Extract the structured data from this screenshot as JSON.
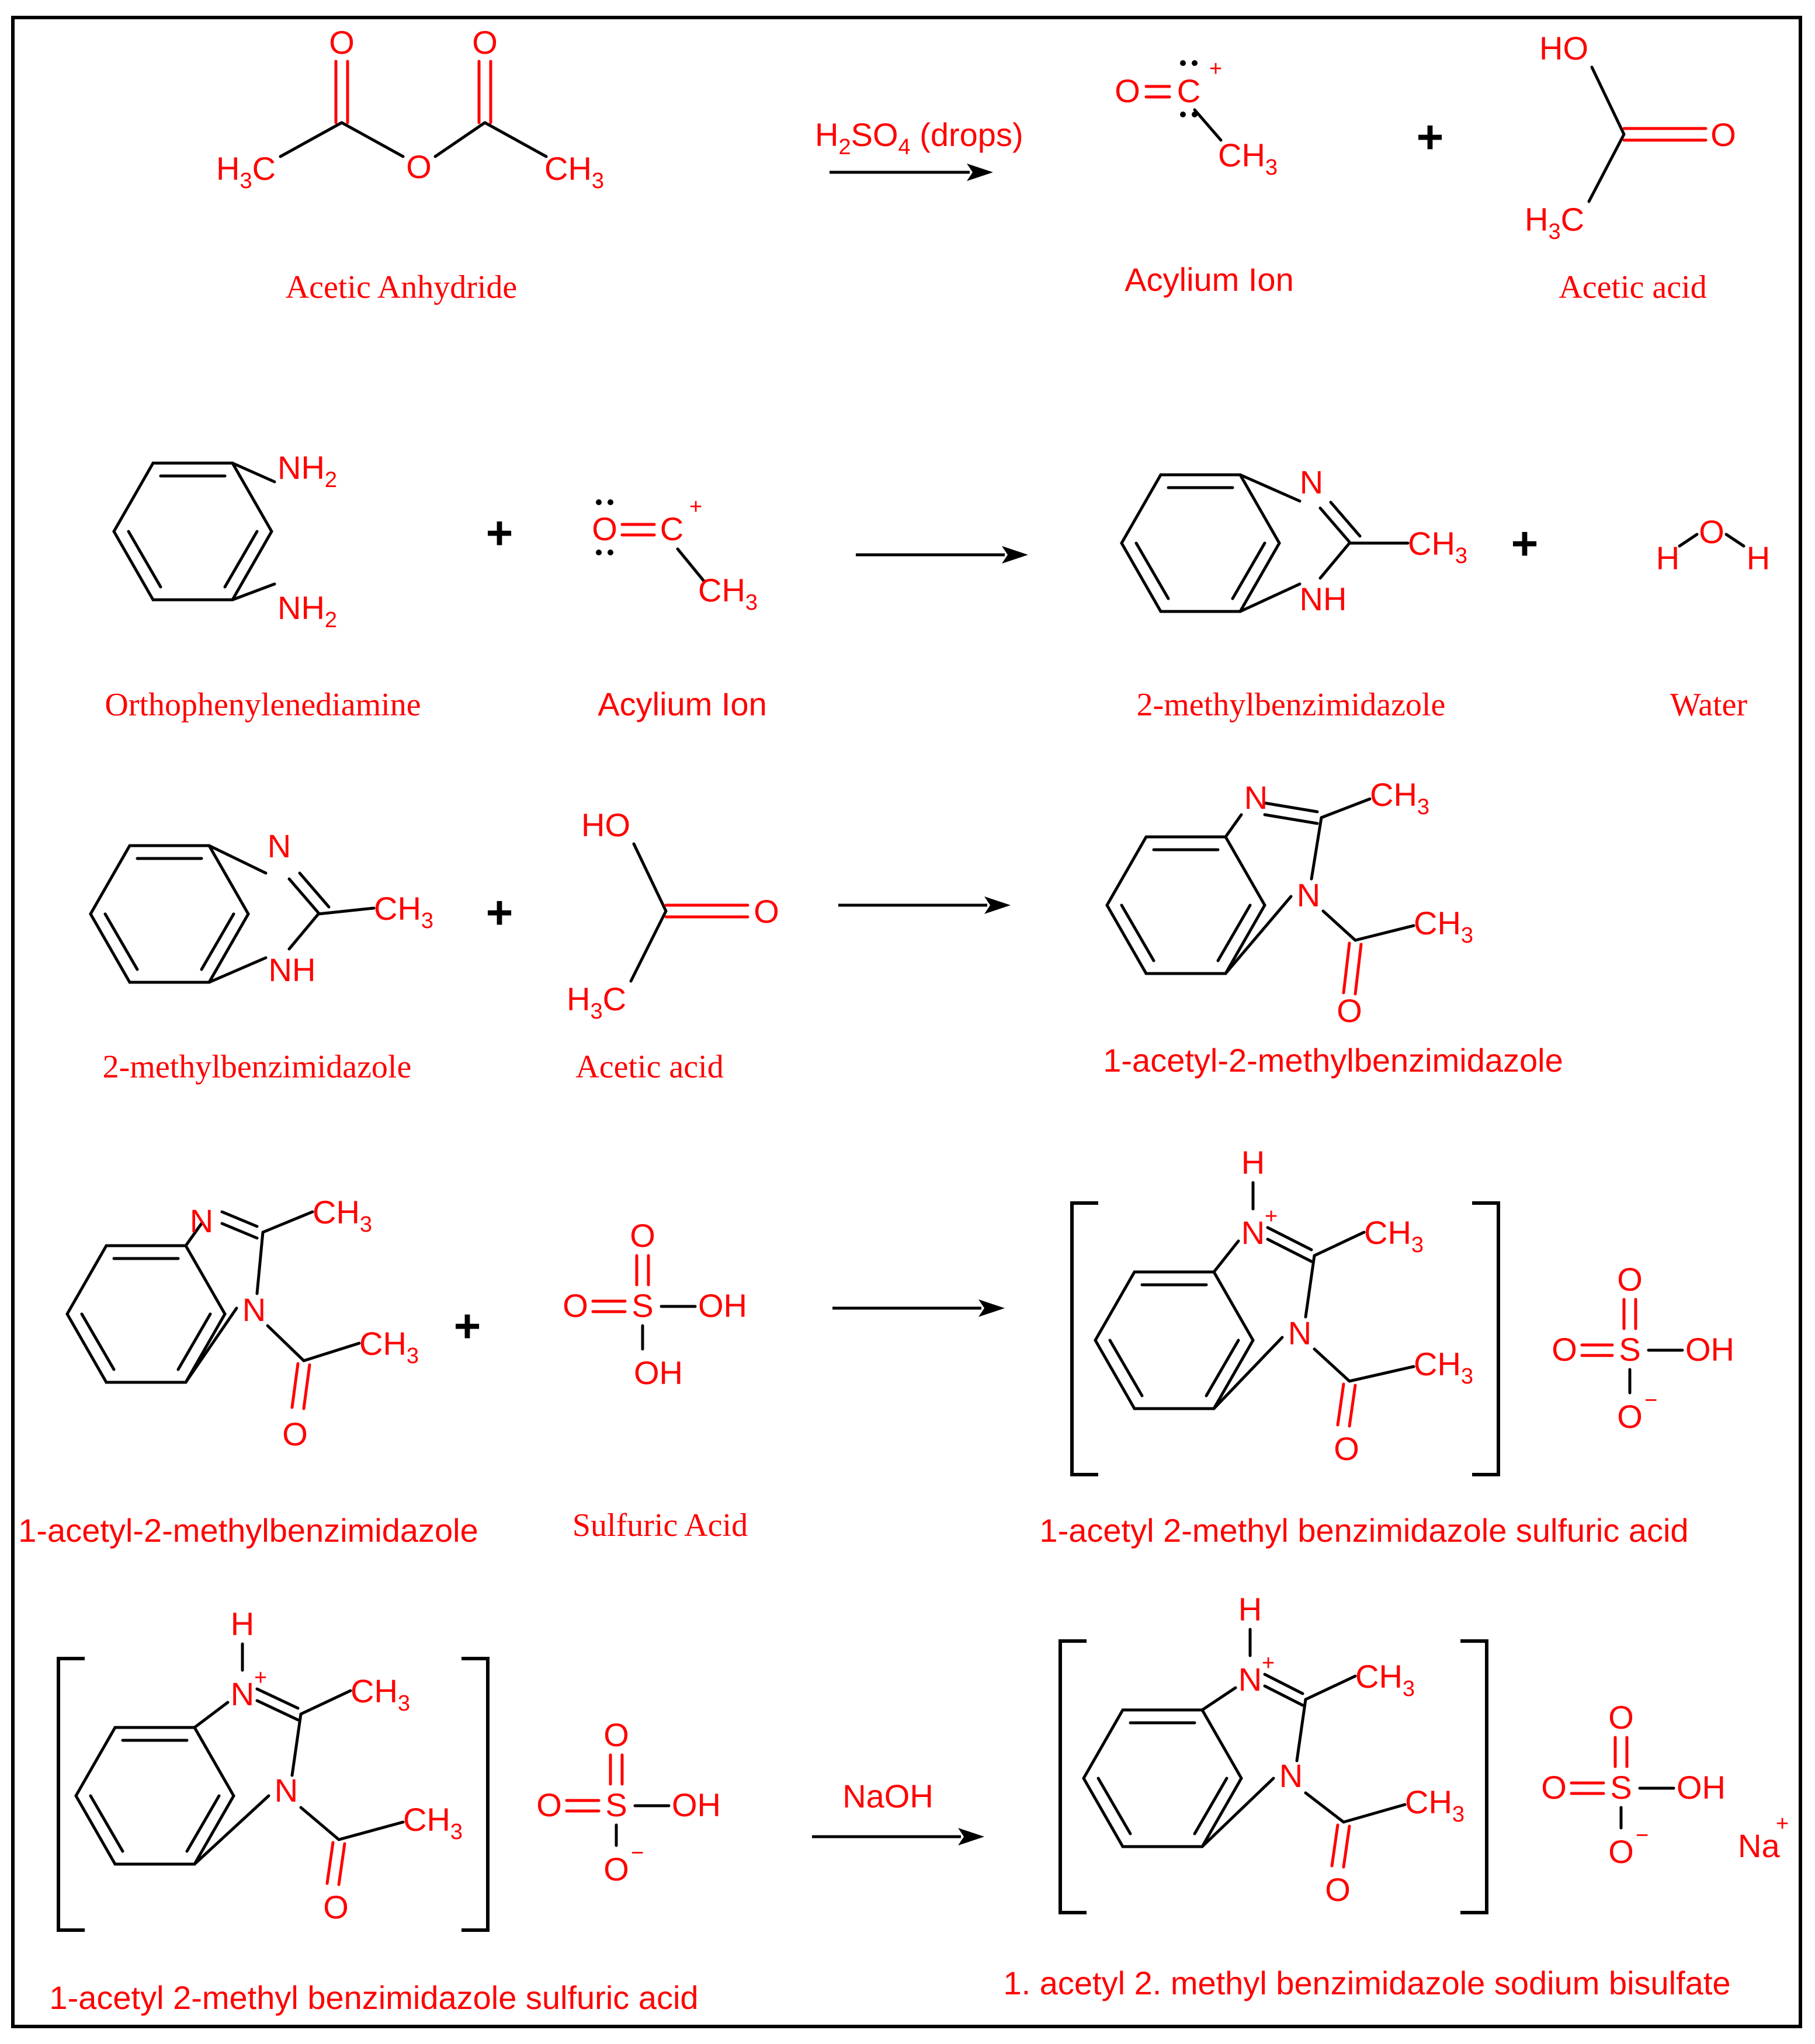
{
  "reagents": {
    "r1_arrow": "H2SO4 (drops)",
    "r5_arrow": "NaOH"
  },
  "atoms": {
    "O": "O",
    "N": "N",
    "NH": "NH",
    "H": "H",
    "S": "S",
    "OH": "OH",
    "HO": "HO",
    "C": "C",
    "Na": "Na",
    "CH3": "CH3",
    "H3C": "H3C",
    "NH2": "NH2",
    "plus_charge": "+",
    "minus_charge": "−"
  },
  "labels": {
    "r1": [
      "Acetic Anhydride",
      "Acylium Ion",
      "Acetic acid"
    ],
    "r2": [
      "Orthophenylenediamine",
      "Acylium Ion",
      "2-methylbenzimidazole",
      "Water"
    ],
    "r3": [
      "2-methylbenzimidazole",
      "Acetic acid",
      "1-acetyl-2-methylbenzimidazole"
    ],
    "r4": [
      "1-acetyl-2-methylbenzimidazole",
      "Sulfuric Acid",
      "1-acetyl 2-methyl benzimidazole sulfuric acid"
    ],
    "r5": [
      "1-acetyl 2-methyl benzimidazole sulfuric acid",
      "1. acetyl 2. methyl benzimidazole sodium bisulfate"
    ]
  },
  "colors": {
    "labels": "#ff0000",
    "bonds": "#000000",
    "frame": "#000000"
  }
}
